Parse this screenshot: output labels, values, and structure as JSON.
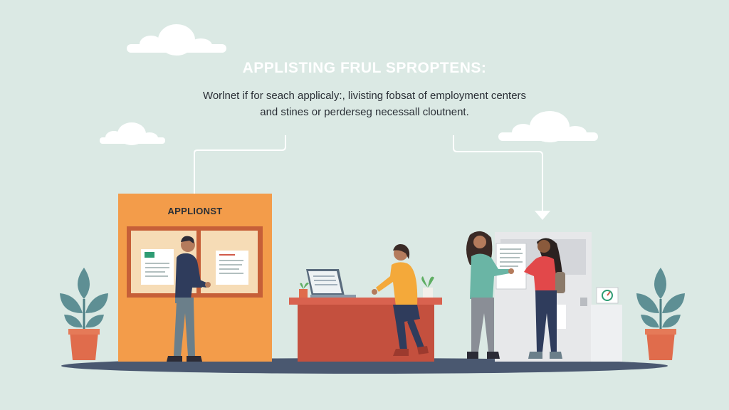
{
  "title": "APPLISTING FRUL SPROPTENS:",
  "subtitle_line1": "Worlnet if for seach applicaly:, livisting fobsat of employment centers",
  "subtitle_line2": "and stines or perderseg necessall cloutnent.",
  "board_label": "APPLIONST",
  "colors": {
    "background": "#dbe9e4",
    "board": "#f39c4a",
    "desk": "#d9624f",
    "floor": "#4a5870",
    "plant": "#5e8f94",
    "pot": "#e06c4c"
  }
}
